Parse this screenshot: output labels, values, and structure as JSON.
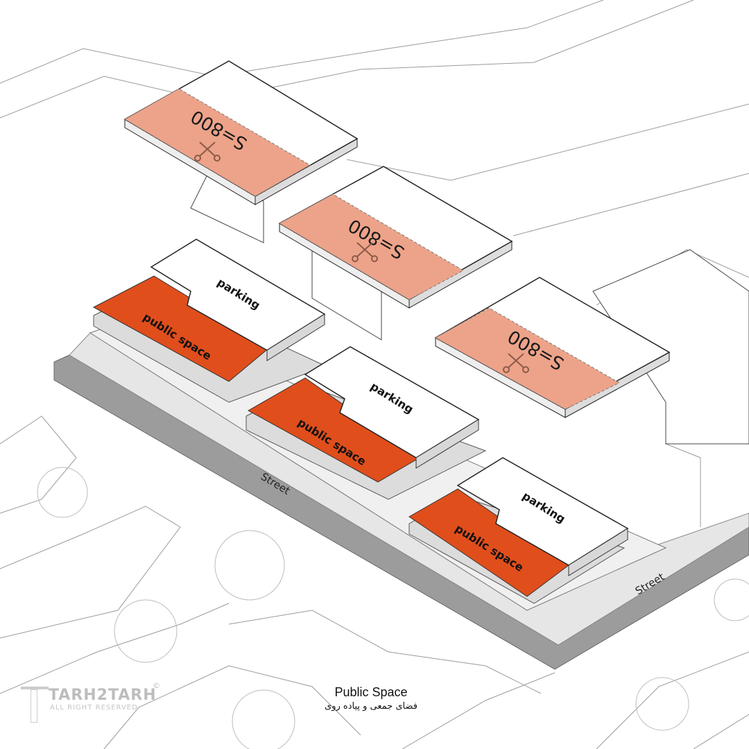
{
  "slabs": [
    {
      "label": "S=800",
      "icon": "scissors-icon"
    },
    {
      "label": "S=800",
      "icon": "scissors-icon"
    },
    {
      "label": "S=800",
      "icon": "scissors-icon"
    }
  ],
  "blocks": [
    {
      "upper": "parking",
      "lower": "public space"
    },
    {
      "upper": "parking",
      "lower": "public space"
    },
    {
      "upper": "parking",
      "lower": "public space"
    }
  ],
  "streets": [
    "Street",
    "Street"
  ],
  "caption": {
    "title": "Public Space",
    "subtitle": "فضای جمعی و پیاده روی"
  },
  "watermark": {
    "brand": "TARH2TARH",
    "rights": "ALL RIGHT RESERVED",
    "symbol": "©"
  },
  "colors": {
    "public_space": "#e04e1c",
    "cut_area": "#eda389",
    "street": "#9c9c9c"
  }
}
